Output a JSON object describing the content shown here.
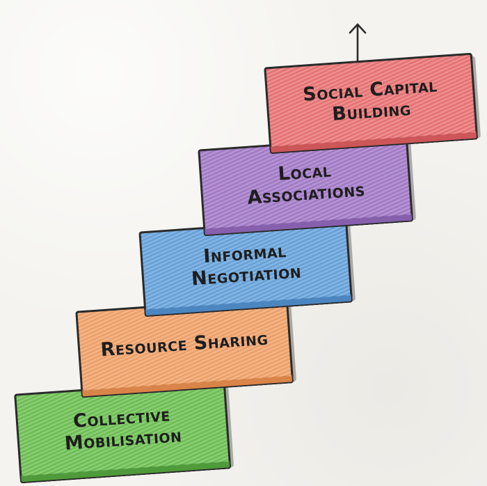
{
  "diagram": {
    "steps": [
      {
        "line1": "Collective",
        "line2": "Mobilisation",
        "color": "#71c457"
      },
      {
        "line1": "Resource Sharing",
        "line2": "",
        "color": "#f3a56d"
      },
      {
        "line1": "Informal",
        "line2": "Negotiation",
        "color": "#6aa6de"
      },
      {
        "line1": "Local",
        "line2": "Associations",
        "color": "#a67ecb"
      },
      {
        "line1": "Social Capital",
        "line2": "Building",
        "color": "#ec7677"
      }
    ],
    "arrow_icon": "arrow-up-icon"
  }
}
